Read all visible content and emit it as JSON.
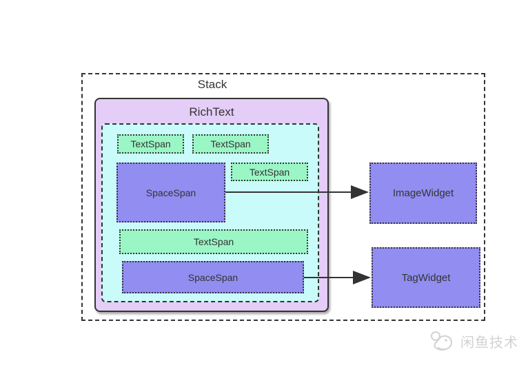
{
  "diagram": {
    "type": "widget-tree-diagram",
    "nodes": {
      "stack": {
        "label": "Stack",
        "role": "outer-container"
      },
      "richtext": {
        "label": "RichText",
        "role": "container"
      },
      "textspan_row1_a": {
        "label": "TextSpan",
        "role": "span"
      },
      "textspan_row1_b": {
        "label": "TextSpan",
        "role": "span"
      },
      "spacespan_top": {
        "label": "SpaceSpan",
        "role": "span"
      },
      "textspan_row2": {
        "label": "TextSpan",
        "role": "span"
      },
      "textspan_wide": {
        "label": "TextSpan",
        "role": "span"
      },
      "spacespan_bottom": {
        "label": "SpaceSpan",
        "role": "span"
      },
      "imagewidget": {
        "label": "ImageWidget",
        "role": "overlay-widget"
      },
      "tagwidget": {
        "label": "TagWidget",
        "role": "overlay-widget"
      }
    },
    "edges": [
      {
        "from": "spacespan_top",
        "to": "imagewidget"
      },
      {
        "from": "spacespan_bottom",
        "to": "tagwidget"
      }
    ],
    "colors": {
      "richtext_fill": "#e4cdf6",
      "inner_fill": "#c9fbfa",
      "textspan_fill": "#9bf6c6",
      "spacespan_fill": "#928df0",
      "border": "#333333",
      "arrow": "#333333",
      "background": "#ffffff",
      "watermark": "#d2d2d2"
    }
  },
  "watermark": {
    "text": "闲鱼技术",
    "icon": "xianyu-fish-logo"
  }
}
